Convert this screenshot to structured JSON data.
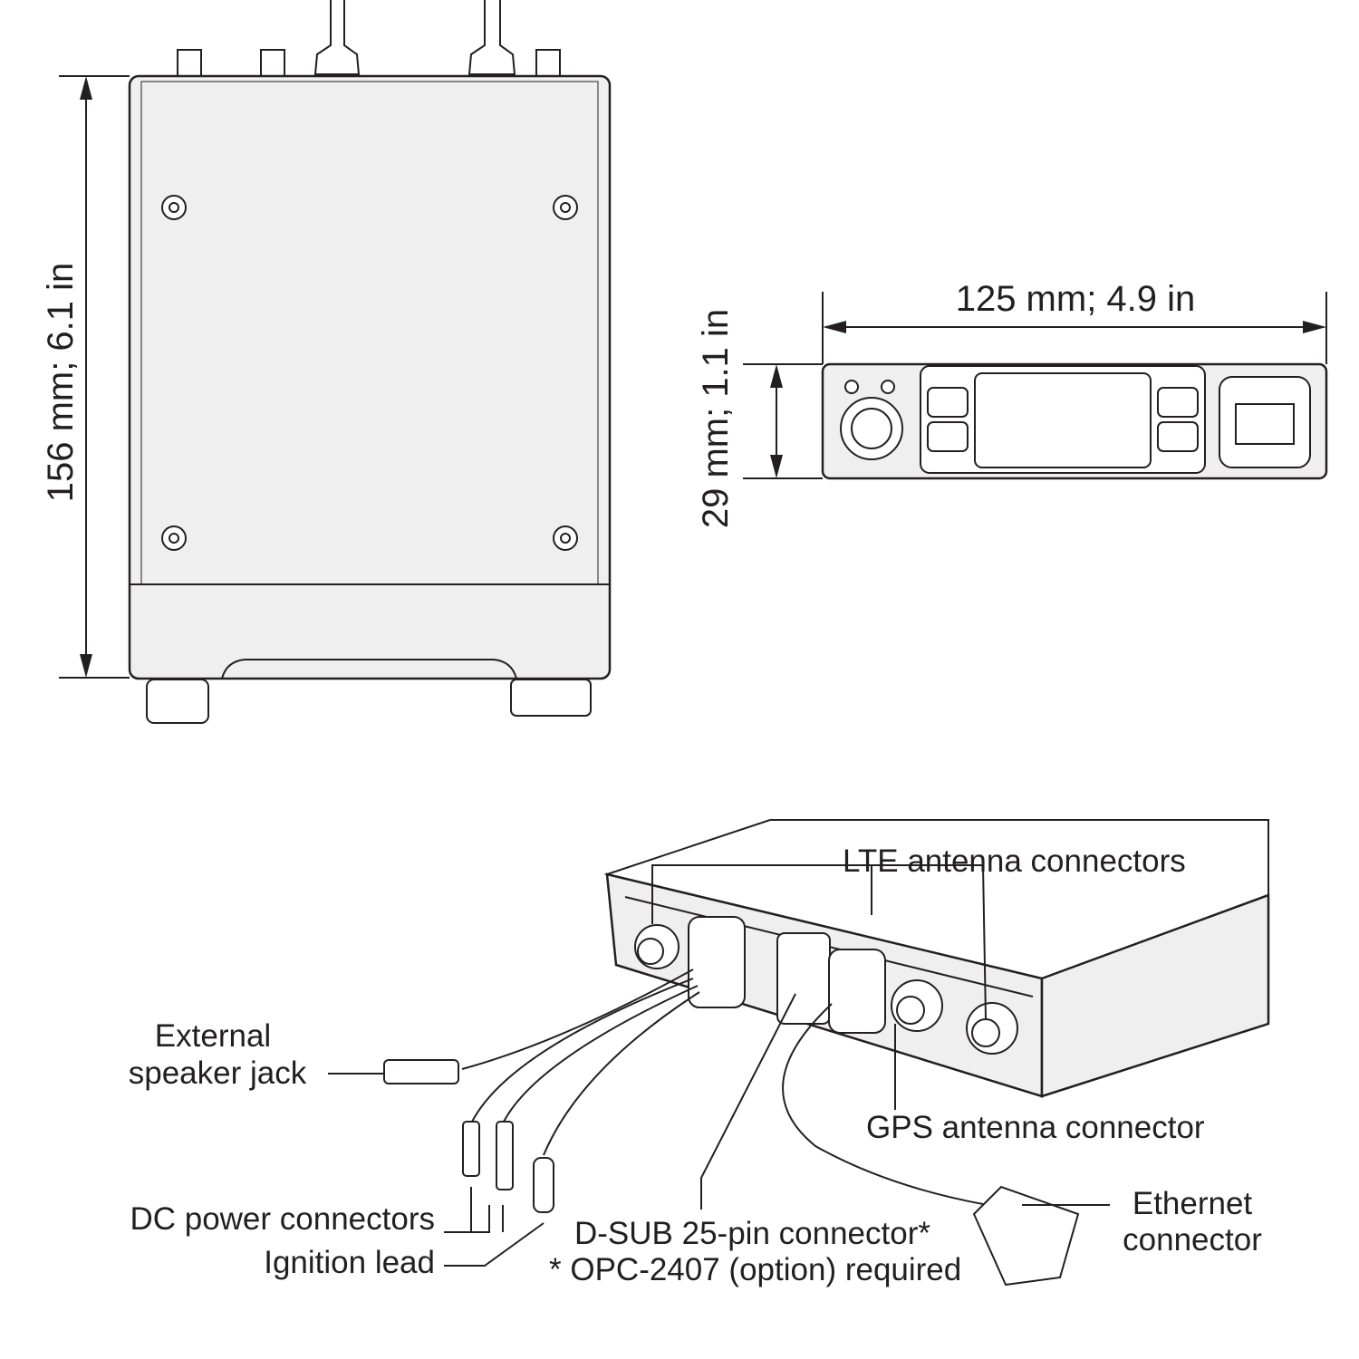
{
  "top_view": {
    "height_dimension": "156 mm; 6.1 in"
  },
  "front_view": {
    "width_dimension": "125 mm; 4.9 in",
    "height_dimension": "29 mm; 1.1 in"
  },
  "rear_view": {
    "callouts": {
      "lte_antenna": "LTE antenna connectors",
      "external_speaker_line1": "External",
      "external_speaker_line2": "speaker jack",
      "dc_power": "DC power connectors",
      "ignition": "Ignition lead",
      "dsub": "D-SUB 25-pin connector*",
      "dsub_note": "* OPC-2407 (option) required",
      "gps_antenna": "GPS antenna connector",
      "ethernet_line1": "Ethernet",
      "ethernet_line2": "connector"
    }
  }
}
